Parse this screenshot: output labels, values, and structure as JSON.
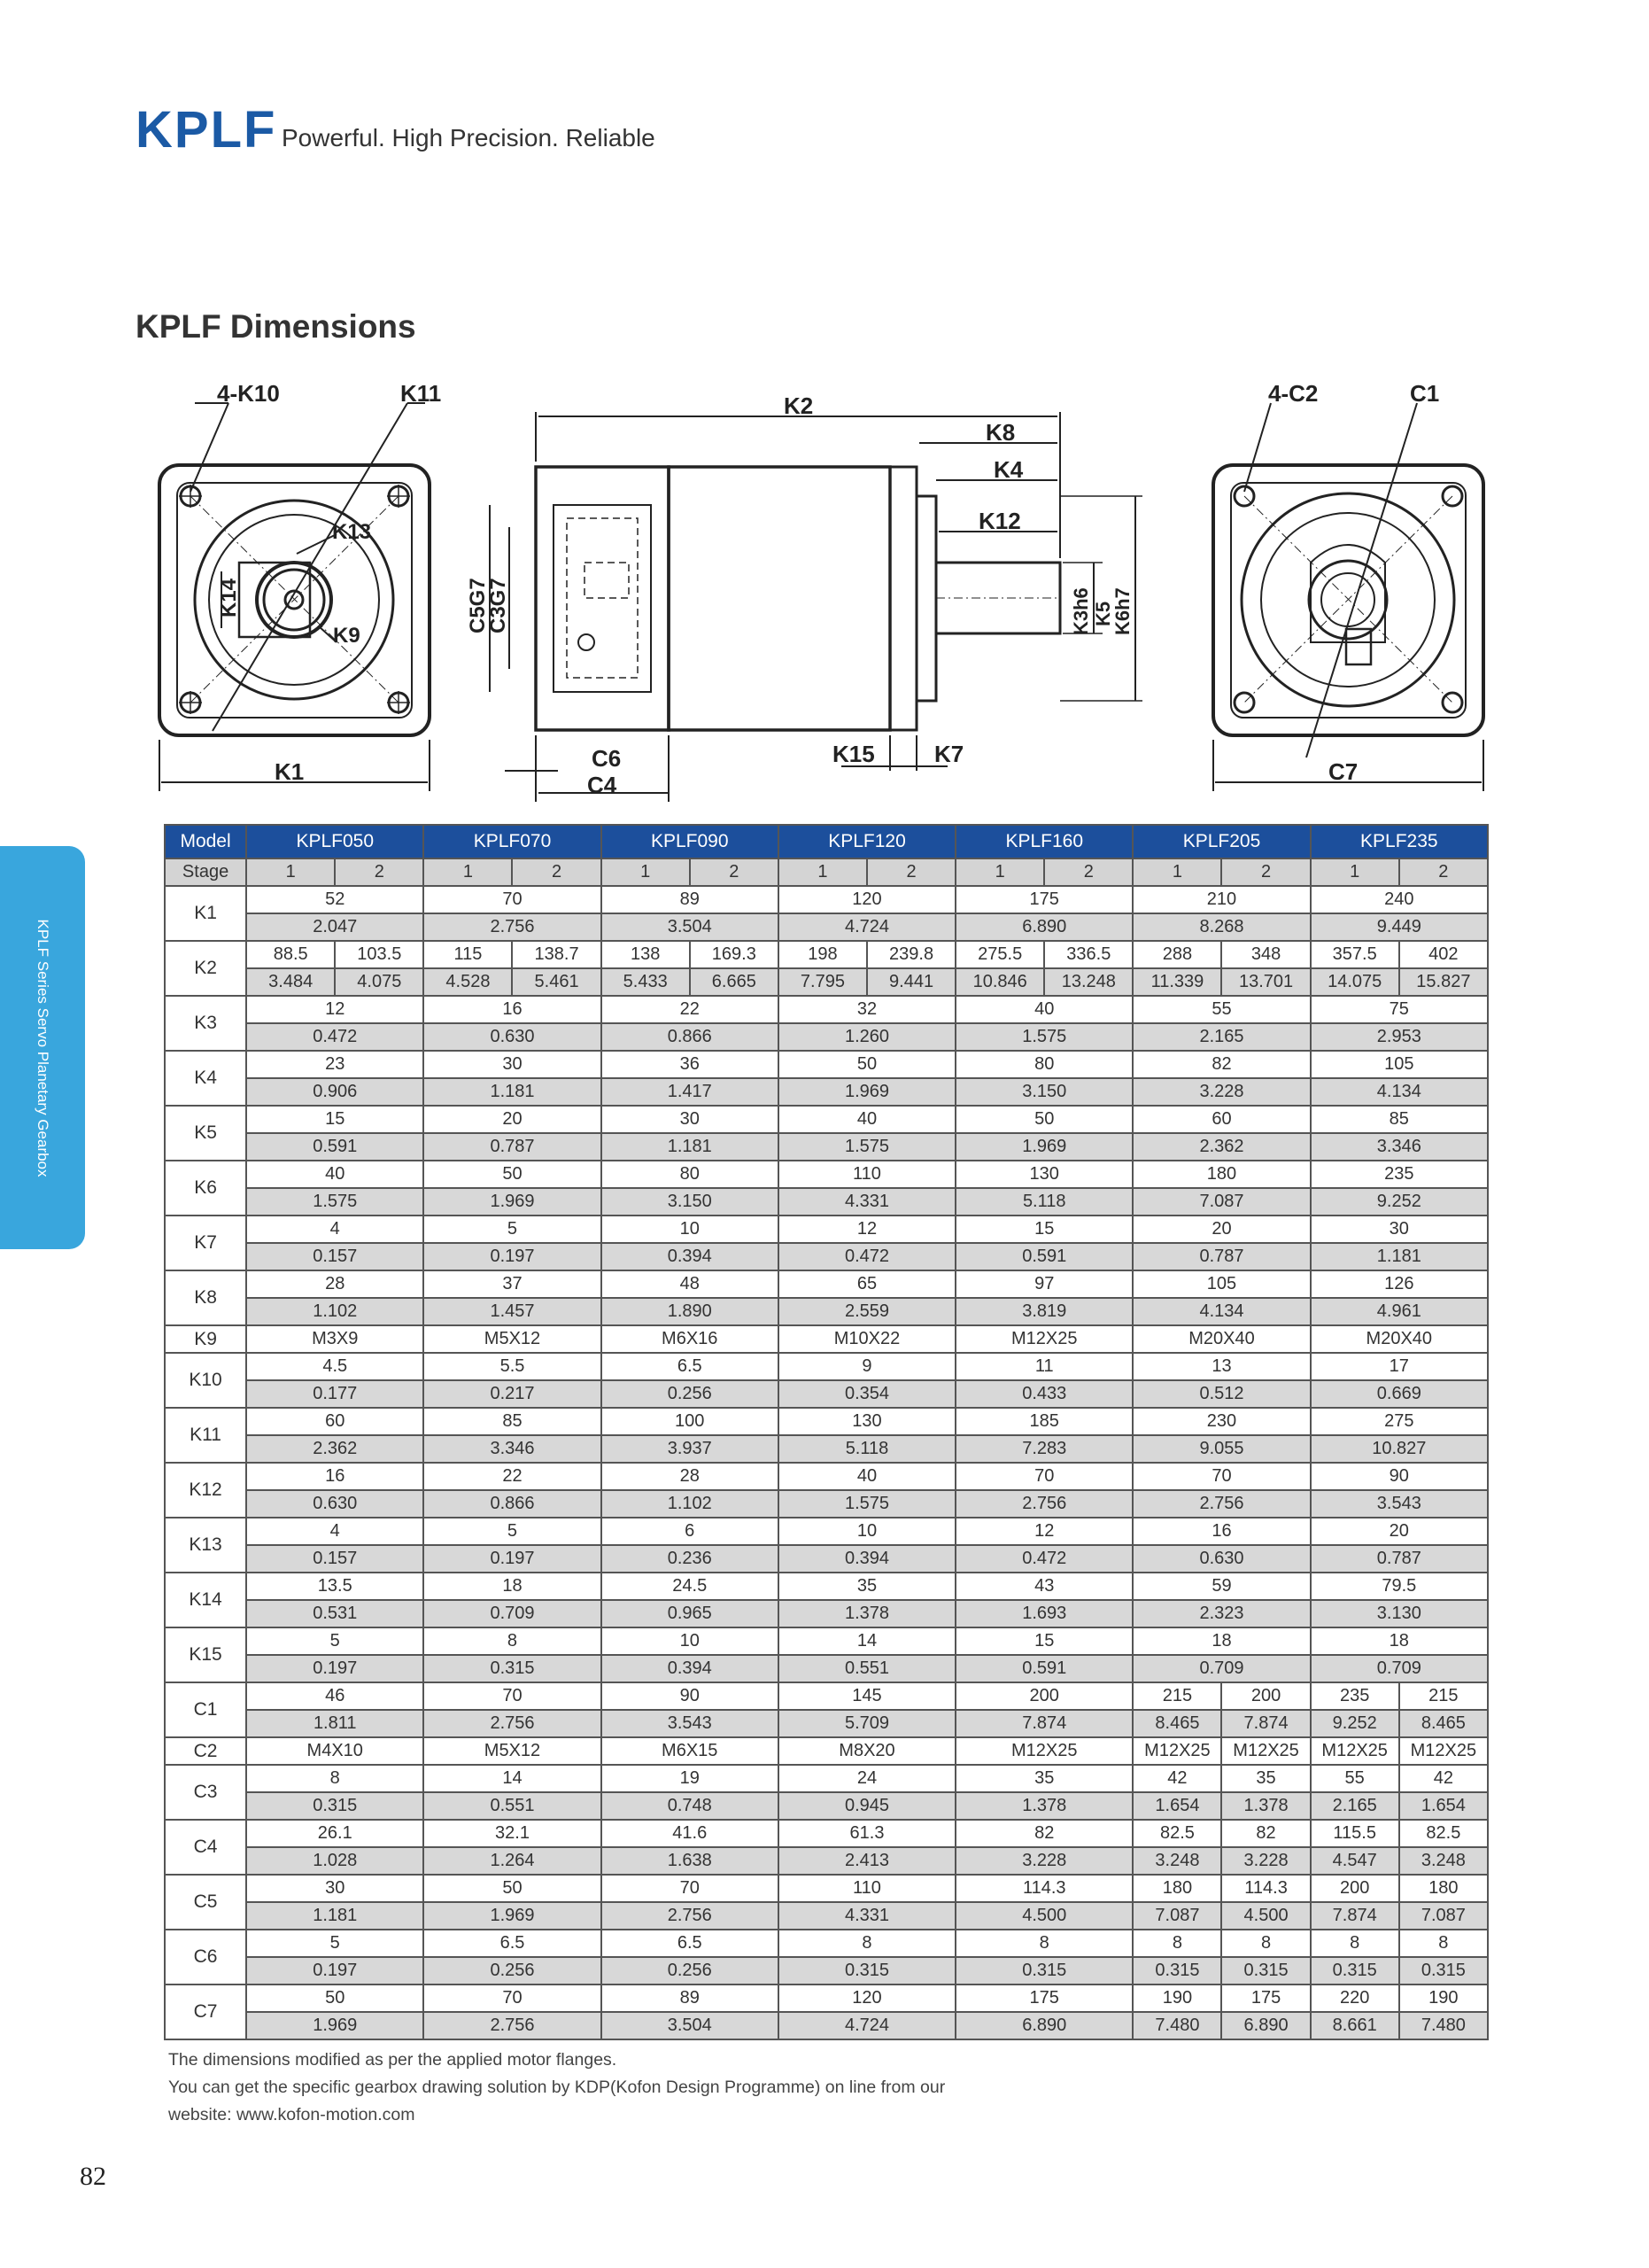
{
  "header": {
    "brand": "KPLF",
    "tagline": "Powerful. High Precision. Reliable"
  },
  "section_title": "KPLF Dimensions",
  "side_tab": "KPLF Series Servo Planetary Gearbox",
  "drawing_labels": {
    "left": {
      "k10": "4-K10",
      "k11": "K11",
      "k13": "K13",
      "k14": "K14",
      "k9": "K9",
      "k1": "K1"
    },
    "middle": {
      "k2": "K2",
      "k8": "K8",
      "k4": "K4",
      "k12": "K12",
      "c5g7": "C5G7",
      "c3g7": "C3G7",
      "k3h6": "K3h6",
      "k5": "K5",
      "k6h7": "K6h7",
      "c6": "C6",
      "c4": "C4",
      "k15": "K15",
      "k7": "K7"
    },
    "right": {
      "c2": "4-C2",
      "c1": "C1",
      "c7": "C7"
    }
  },
  "table": {
    "model_label": "Model",
    "stage_label": "Stage",
    "models": [
      "KPLF050",
      "KPLF070",
      "KPLF090",
      "KPLF120",
      "KPLF160",
      "KPLF205",
      "KPLF235"
    ],
    "stages": [
      "1",
      "2",
      "1",
      "2",
      "1",
      "2",
      "1",
      "2",
      "1",
      "2",
      "1",
      "2",
      "1",
      "2"
    ],
    "rows": [
      {
        "label": "K1",
        "mm": [
          "52",
          "70",
          "89",
          "120",
          "175",
          "210",
          "240"
        ],
        "inch": [
          "2.047",
          "2.756",
          "3.504",
          "4.724",
          "6.890",
          "8.268",
          "9.449"
        ]
      },
      {
        "label": "K2",
        "mm": [
          "88.5",
          "103.5",
          "115",
          "138.7",
          "138",
          "169.3",
          "198",
          "239.8",
          "275.5",
          "336.5",
          "288",
          "348",
          "357.5",
          "402"
        ],
        "inch": [
          "3.484",
          "4.075",
          "4.528",
          "5.461",
          "5.433",
          "6.665",
          "7.795",
          "9.441",
          "10.846",
          "13.248",
          "11.339",
          "13.701",
          "14.075",
          "15.827"
        ]
      },
      {
        "label": "K3",
        "mm": [
          "12",
          "16",
          "22",
          "32",
          "40",
          "55",
          "75"
        ],
        "inch": [
          "0.472",
          "0.630",
          "0.866",
          "1.260",
          "1.575",
          "2.165",
          "2.953"
        ]
      },
      {
        "label": "K4",
        "mm": [
          "23",
          "30",
          "36",
          "50",
          "80",
          "82",
          "105"
        ],
        "inch": [
          "0.906",
          "1.181",
          "1.417",
          "1.969",
          "3.150",
          "3.228",
          "4.134"
        ]
      },
      {
        "label": "K5",
        "mm": [
          "15",
          "20",
          "30",
          "40",
          "50",
          "60",
          "85"
        ],
        "inch": [
          "0.591",
          "0.787",
          "1.181",
          "1.575",
          "1.969",
          "2.362",
          "3.346"
        ]
      },
      {
        "label": "K6",
        "mm": [
          "40",
          "50",
          "80",
          "110",
          "130",
          "180",
          "235"
        ],
        "inch": [
          "1.575",
          "1.969",
          "3.150",
          "4.331",
          "5.118",
          "7.087",
          "9.252"
        ]
      },
      {
        "label": "K7",
        "mm": [
          "4",
          "5",
          "10",
          "12",
          "15",
          "20",
          "30"
        ],
        "inch": [
          "0.157",
          "0.197",
          "0.394",
          "0.472",
          "0.591",
          "0.787",
          "1.181"
        ]
      },
      {
        "label": "K8",
        "mm": [
          "28",
          "37",
          "48",
          "65",
          "97",
          "105",
          "126"
        ],
        "inch": [
          "1.102",
          "1.457",
          "1.890",
          "2.559",
          "3.819",
          "4.134",
          "4.961"
        ]
      },
      {
        "label": "K9",
        "single": [
          "M3X9",
          "M5X12",
          "M6X16",
          "M10X22",
          "M12X25",
          "M20X40",
          "M20X40"
        ]
      },
      {
        "label": "K10",
        "mm": [
          "4.5",
          "5.5",
          "6.5",
          "9",
          "11",
          "13",
          "17"
        ],
        "inch": [
          "0.177",
          "0.217",
          "0.256",
          "0.354",
          "0.433",
          "0.512",
          "0.669"
        ]
      },
      {
        "label": "K11",
        "mm": [
          "60",
          "85",
          "100",
          "130",
          "185",
          "230",
          "275"
        ],
        "inch": [
          "2.362",
          "3.346",
          "3.937",
          "5.118",
          "7.283",
          "9.055",
          "10.827"
        ]
      },
      {
        "label": "K12",
        "mm": [
          "16",
          "22",
          "28",
          "40",
          "70",
          "70",
          "90"
        ],
        "inch": [
          "0.630",
          "0.866",
          "1.102",
          "1.575",
          "2.756",
          "2.756",
          "3.543"
        ]
      },
      {
        "label": "K13",
        "mm": [
          "4",
          "5",
          "6",
          "10",
          "12",
          "16",
          "20"
        ],
        "inch": [
          "0.157",
          "0.197",
          "0.236",
          "0.394",
          "0.472",
          "0.630",
          "0.787"
        ]
      },
      {
        "label": "K14",
        "mm": [
          "13.5",
          "18",
          "24.5",
          "35",
          "43",
          "59",
          "79.5"
        ],
        "inch": [
          "0.531",
          "0.709",
          "0.965",
          "1.378",
          "1.693",
          "2.323",
          "3.130"
        ]
      },
      {
        "label": "K15",
        "mm": [
          "5",
          "8",
          "10",
          "14",
          "15",
          "18",
          "18"
        ],
        "inch": [
          "0.197",
          "0.315",
          "0.394",
          "0.551",
          "0.591",
          "0.709",
          "0.709"
        ]
      },
      {
        "label": "C1",
        "mm": [
          "46",
          "70",
          "90",
          "145",
          "200",
          "215",
          "200",
          "235",
          "215"
        ],
        "inch": [
          "1.811",
          "2.756",
          "3.543",
          "5.709",
          "7.874",
          "8.465",
          "7.874",
          "9.252",
          "8.465"
        ]
      },
      {
        "label": "C2",
        "single": [
          "M4X10",
          "M5X12",
          "M6X15",
          "M8X20",
          "M12X25",
          "M12X25",
          "M12X25",
          "M12X25",
          "M12X25"
        ]
      },
      {
        "label": "C3",
        "mm": [
          "8",
          "14",
          "19",
          "24",
          "35",
          "42",
          "35",
          "55",
          "42"
        ],
        "inch": [
          "0.315",
          "0.551",
          "0.748",
          "0.945",
          "1.378",
          "1.654",
          "1.378",
          "2.165",
          "1.654"
        ]
      },
      {
        "label": "C4",
        "mm": [
          "26.1",
          "32.1",
          "41.6",
          "61.3",
          "82",
          "82.5",
          "82",
          "115.5",
          "82.5"
        ],
        "inch": [
          "1.028",
          "1.264",
          "1.638",
          "2.413",
          "3.228",
          "3.248",
          "3.228",
          "4.547",
          "3.248"
        ]
      },
      {
        "label": "C5",
        "mm": [
          "30",
          "50",
          "70",
          "110",
          "114.3",
          "180",
          "114.3",
          "200",
          "180"
        ],
        "inch": [
          "1.181",
          "1.969",
          "2.756",
          "4.331",
          "4.500",
          "7.087",
          "4.500",
          "7.874",
          "7.087"
        ]
      },
      {
        "label": "C6",
        "mm": [
          "5",
          "6.5",
          "6.5",
          "8",
          "8",
          "8",
          "8",
          "8",
          "8"
        ],
        "inch": [
          "0.197",
          "0.256",
          "0.256",
          "0.315",
          "0.315",
          "0.315",
          "0.315",
          "0.315",
          "0.315"
        ]
      },
      {
        "label": "C7",
        "mm": [
          "50",
          "70",
          "89",
          "120",
          "175",
          "190",
          "175",
          "220",
          "190"
        ],
        "inch": [
          "1.969",
          "2.756",
          "3.504",
          "4.724",
          "6.890",
          "7.480",
          "6.890",
          "8.661",
          "7.480"
        ]
      }
    ]
  },
  "footnotes": [
    "The dimensions modified as per the applied motor flanges.",
    "You can get the specific gearbox drawing solution by KDP(Kofon Design Programme) on line from our",
    "website: www.kofon-motion.com"
  ],
  "page_number": "82"
}
